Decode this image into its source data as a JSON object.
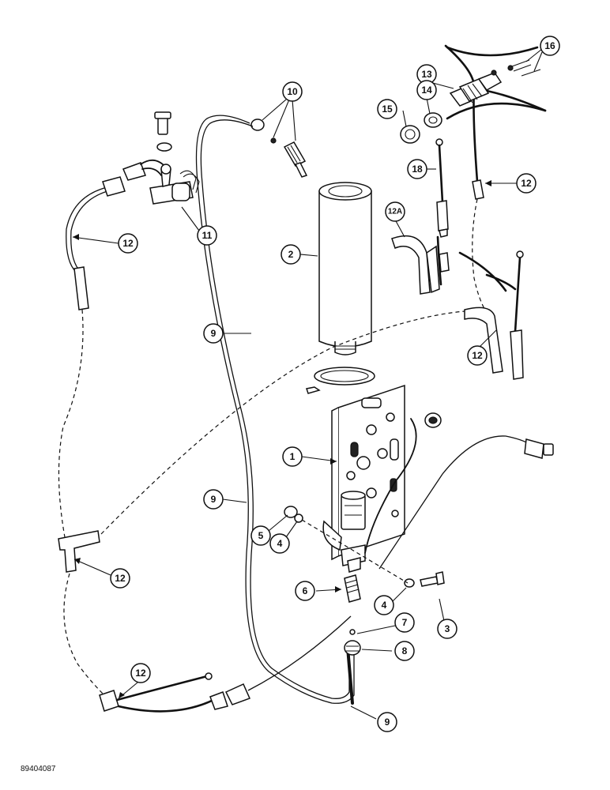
{
  "callouts": [
    {
      "id": "c1",
      "label": "1"
    },
    {
      "id": "c2",
      "label": "2"
    },
    {
      "id": "c3",
      "label": "3"
    },
    {
      "id": "c4a",
      "label": "4"
    },
    {
      "id": "c4b",
      "label": "4"
    },
    {
      "id": "c5",
      "label": "5"
    },
    {
      "id": "c6",
      "label": "6"
    },
    {
      "id": "c7",
      "label": "7"
    },
    {
      "id": "c8",
      "label": "8"
    },
    {
      "id": "c9a",
      "label": "9"
    },
    {
      "id": "c9b",
      "label": "9"
    },
    {
      "id": "c9c",
      "label": "9"
    },
    {
      "id": "c10",
      "label": "10"
    },
    {
      "id": "c11",
      "label": "11"
    },
    {
      "id": "c12a",
      "label": "12"
    },
    {
      "id": "c12b",
      "label": "12"
    },
    {
      "id": "c12c",
      "label": "12"
    },
    {
      "id": "c12d",
      "label": "12"
    },
    {
      "id": "c12e",
      "label": "12"
    },
    {
      "id": "c12A",
      "label": "12A"
    },
    {
      "id": "c13",
      "label": "13"
    },
    {
      "id": "c14",
      "label": "14"
    },
    {
      "id": "c15",
      "label": "15"
    },
    {
      "id": "c16",
      "label": "16"
    },
    {
      "id": "c18",
      "label": "18"
    }
  ],
  "figure_ref": "89404087"
}
